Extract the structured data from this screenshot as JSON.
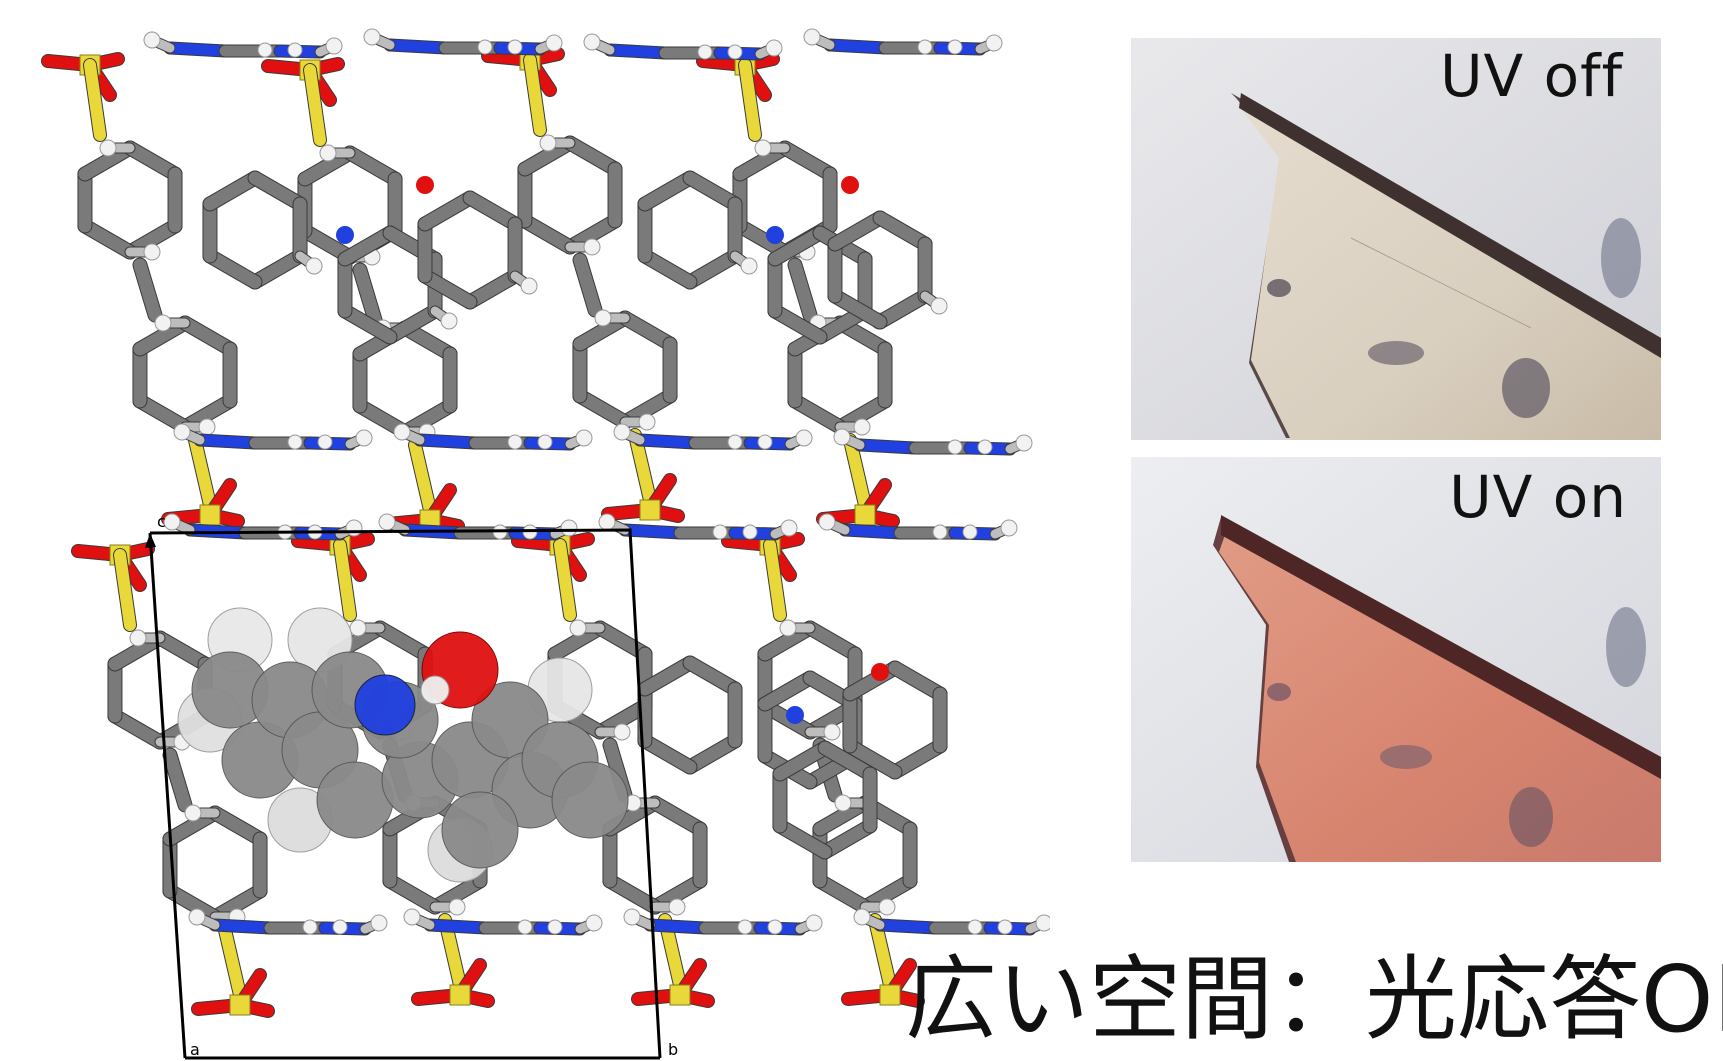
{
  "photos": [
    {
      "label": "UV off",
      "crystal_color": "#e2d7ca",
      "rim_color": "#4a3a38",
      "background": "#dcdde2"
    },
    {
      "label": "UV on",
      "crystal_color": "#d88470",
      "rim_color": "#5a2d2d",
      "background": "#dfe1e6"
    }
  ],
  "caption": "広い空間：光応答ON",
  "unit_cell": {
    "axis_c": "c",
    "axis_a": "a",
    "axis_b": "b"
  },
  "atom_colors": {
    "carbon": "#7a7a7a",
    "hydrogen": "#f2f2f2",
    "sulfur": "#e8d83a",
    "oxygen": "#e01010",
    "nitrogen": "#2040e0"
  }
}
